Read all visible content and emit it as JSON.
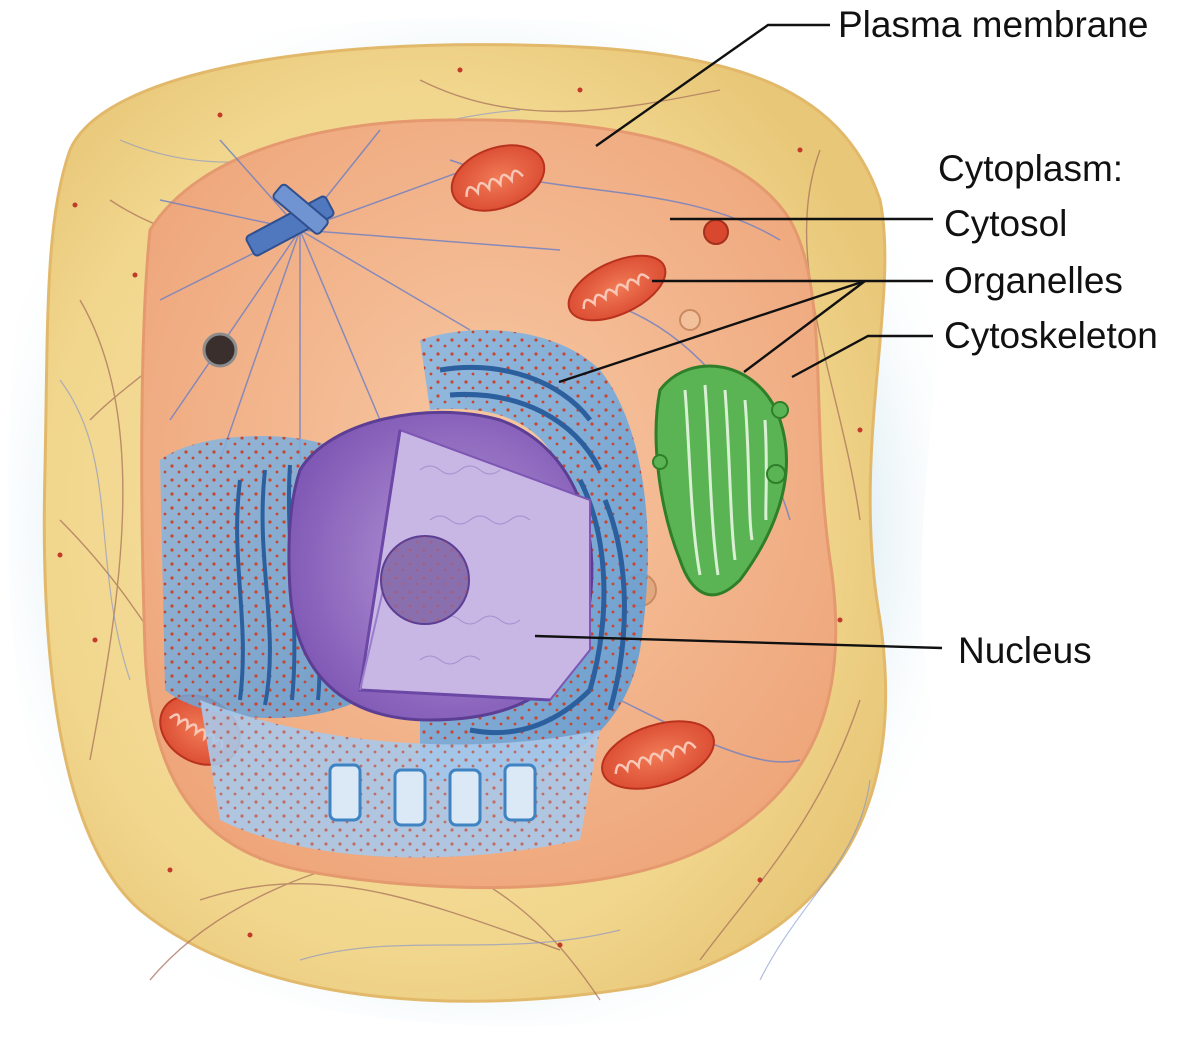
{
  "labels": {
    "plasma_membrane": "Plasma membrane",
    "cytoplasm": "Cytoplasm:",
    "cytosol": "Cytosol",
    "organelles": "Organelles",
    "cytoskeleton": "Cytoskeleton",
    "nucleus": "Nucleus"
  },
  "colors": {
    "background": "#ffffff",
    "halo": "#cfe6ee",
    "cell_outer": "#f3dc97",
    "cytoplasm": "#f1b58c",
    "cytosol_inner": "#f6c9a6",
    "er": "#3f83c2",
    "nucleus": "#9a74c6",
    "nucleus_inner": "#c8b6e4",
    "golgi": "#4fae4a",
    "mitochondria": "#e0573b",
    "filaments_blue": "#6d7fc4",
    "filaments_brown": "#a46c58",
    "ribosome": "#c23a2a",
    "leader_line": "#111111"
  }
}
